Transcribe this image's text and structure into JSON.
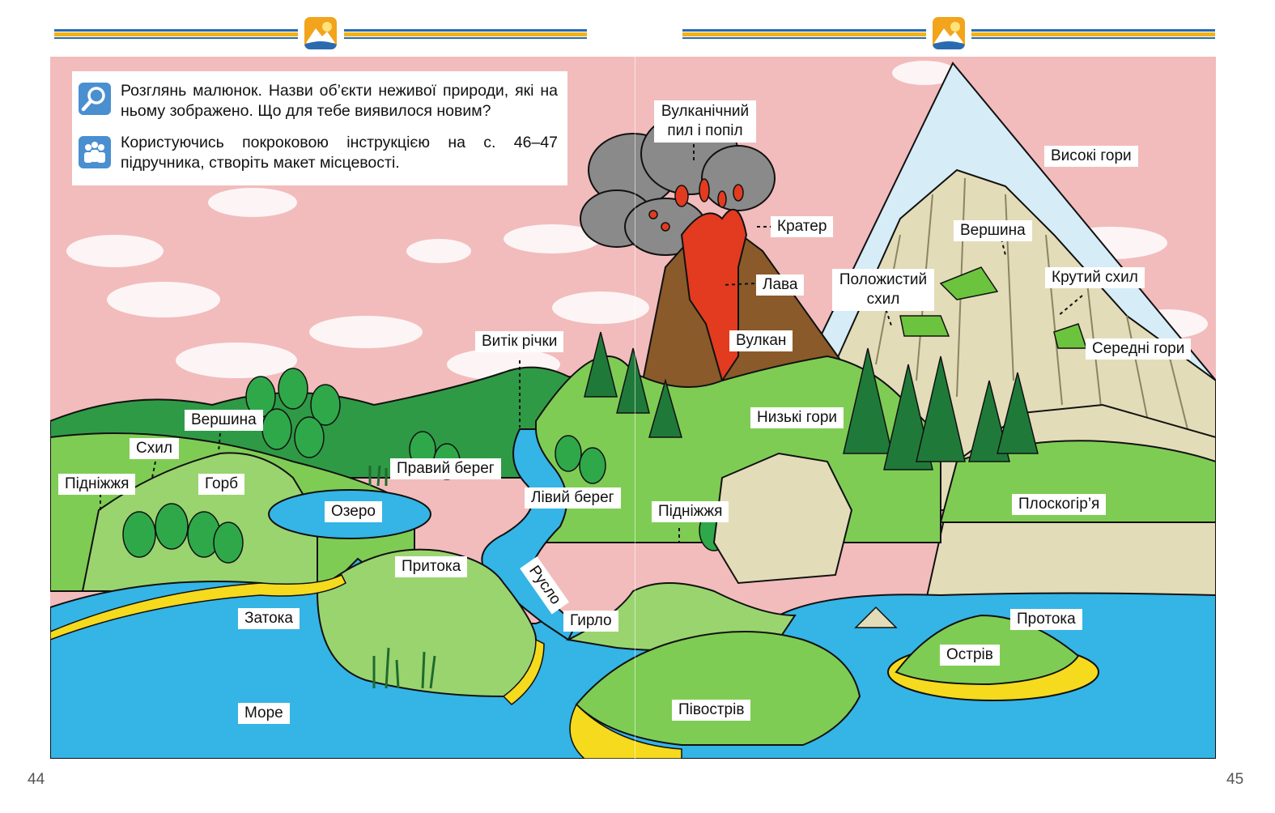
{
  "task": {
    "line1": "Розглянь малюнок. Назви об’єкти неживої природи, які на ньому зображено. Що для тебе виявилося новим?",
    "line2": "Користуючись покроковою інструкцією на с. 46–47 підручника, створіть макет місцевості."
  },
  "icons": [
    "magnifier-icon",
    "group-icon",
    "mountain-logo-icon"
  ],
  "colors": {
    "sky": "#f2bcbc",
    "water": "#35b4e6",
    "grass": "#8cd36a",
    "lava": "#e23b20",
    "smoke": "#8a8a8a",
    "rock": "#e3dcb8",
    "sand": "#f5da1e"
  },
  "labels": {
    "volcanic_ash": "Вулканічний пил і попіл",
    "crater": "Кратер",
    "lava": "Лава",
    "volcano": "Вулкан",
    "high_mountains": "Високі гори",
    "summit_right": "Вершина",
    "gentle_slope": "Положистий схил",
    "steep_slope": "Крутий схил",
    "middle_mountains": "Середні гори",
    "low_mountains": "Низькі гори",
    "plateau": "Плоскогір’я",
    "foot_right": "Підніжжя",
    "strait": "Протока",
    "island": "Острів",
    "peninsula": "Півострів",
    "estuary": "Гирло",
    "channel": "Русло",
    "left_bank": "Лівий берег",
    "right_bank": "Правий берег",
    "river_source": "Витік річки",
    "tributary": "Притока",
    "lake": "Озеро",
    "hill": "Горб",
    "summit_left": "Вершина",
    "slope": "Схил",
    "foot_left": "Підніжжя",
    "bay": "Затока",
    "sea": "Море"
  },
  "page_numbers": {
    "left": "44",
    "right": "45"
  }
}
